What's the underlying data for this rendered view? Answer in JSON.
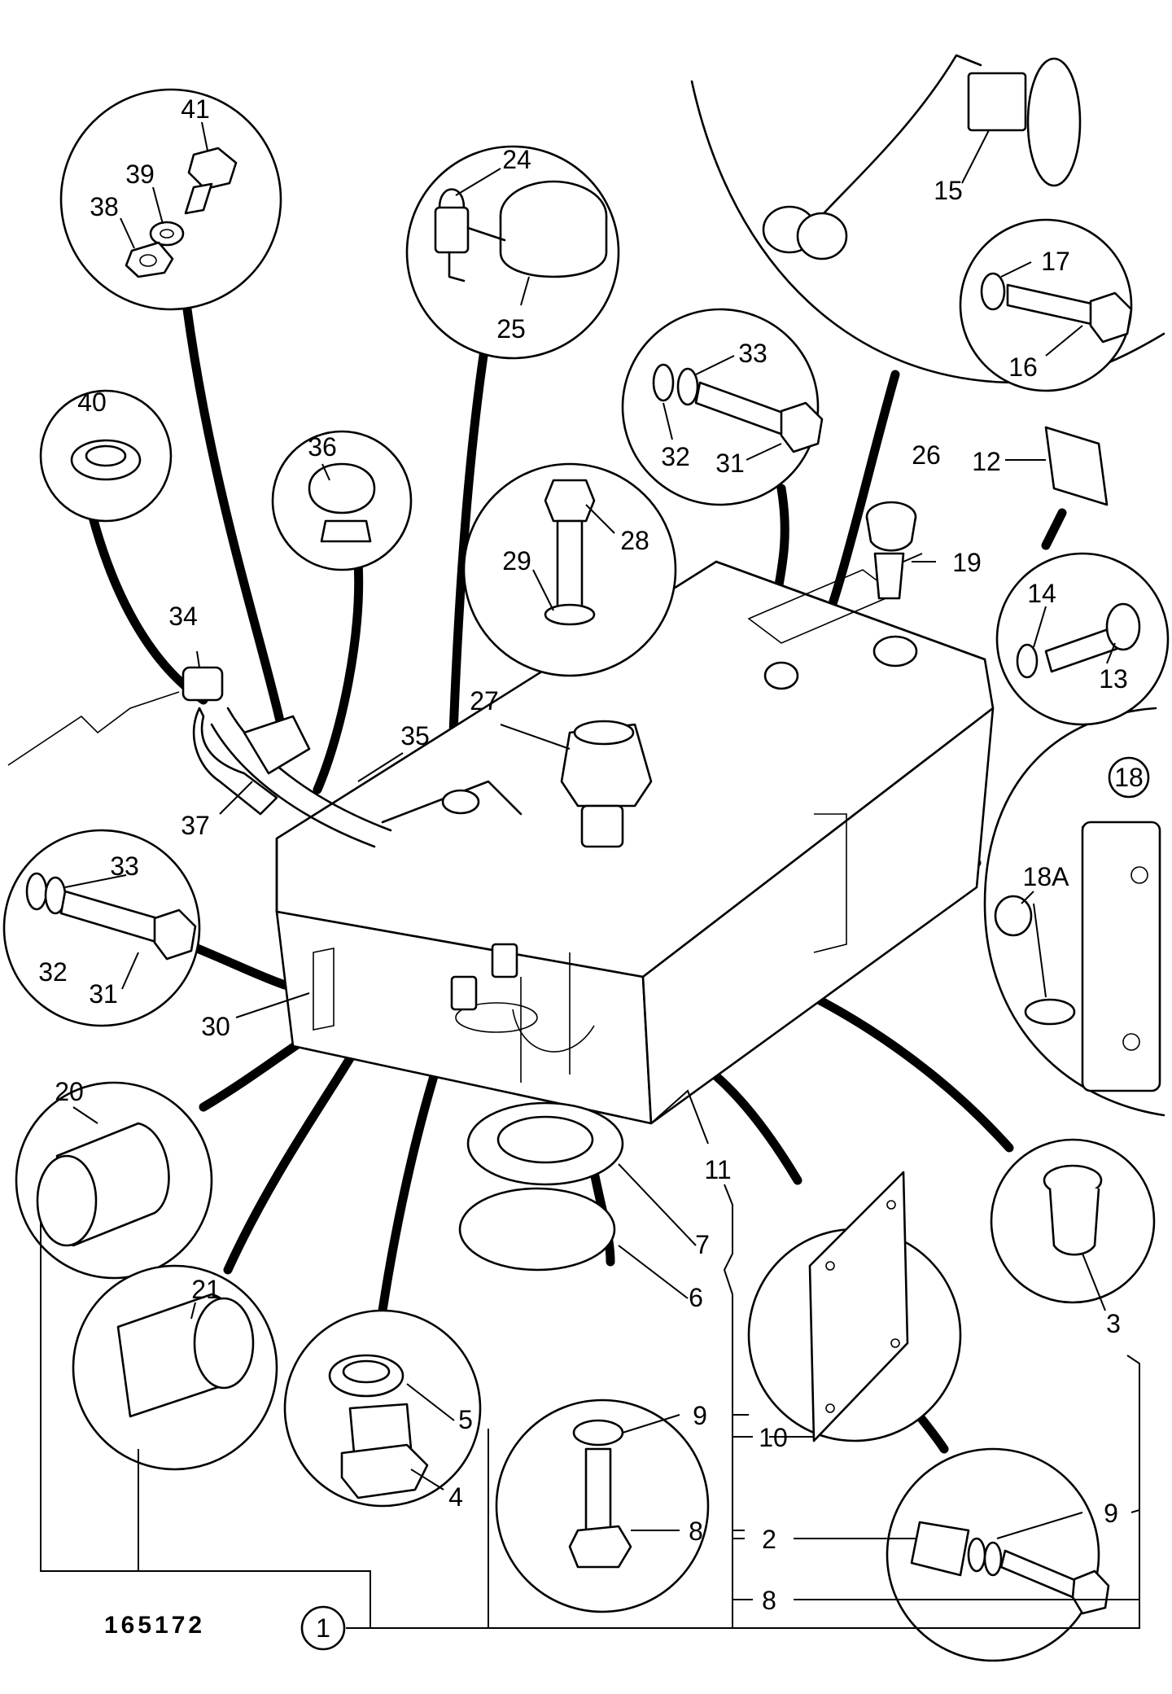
{
  "drawing_number": "165172",
  "assembly_ref": "1",
  "callouts": [
    {
      "id": "c41",
      "text": "41"
    },
    {
      "id": "c39",
      "text": "39"
    },
    {
      "id": "c38",
      "text": "38"
    },
    {
      "id": "c24",
      "text": "24"
    },
    {
      "id": "c25",
      "text": "25"
    },
    {
      "id": "c15",
      "text": "15"
    },
    {
      "id": "c17",
      "text": "17"
    },
    {
      "id": "c16",
      "text": "16"
    },
    {
      "id": "c33a",
      "text": "33"
    },
    {
      "id": "c32a",
      "text": "32"
    },
    {
      "id": "c31a",
      "text": "31"
    },
    {
      "id": "c40",
      "text": "40"
    },
    {
      "id": "c36",
      "text": "36"
    },
    {
      "id": "c26",
      "text": "26"
    },
    {
      "id": "c12",
      "text": "12"
    },
    {
      "id": "c19",
      "text": "19"
    },
    {
      "id": "c28",
      "text": "28"
    },
    {
      "id": "c29",
      "text": "29"
    },
    {
      "id": "c14",
      "text": "14"
    },
    {
      "id": "c13",
      "text": "13"
    },
    {
      "id": "c34",
      "text": "34"
    },
    {
      "id": "c27",
      "text": "27"
    },
    {
      "id": "c35",
      "text": "35"
    },
    {
      "id": "c37",
      "text": "37"
    },
    {
      "id": "c18A",
      "text": "18A"
    },
    {
      "id": "c33b",
      "text": "33"
    },
    {
      "id": "c32b",
      "text": "32"
    },
    {
      "id": "c31b",
      "text": "31"
    },
    {
      "id": "c30",
      "text": "30"
    },
    {
      "id": "c20",
      "text": "20"
    },
    {
      "id": "c11",
      "text": "11"
    },
    {
      "id": "c7",
      "text": "7"
    },
    {
      "id": "c6",
      "text": "6"
    },
    {
      "id": "c21",
      "text": "21"
    },
    {
      "id": "c3",
      "text": "3"
    },
    {
      "id": "c5",
      "text": "5"
    },
    {
      "id": "c4",
      "text": "4"
    },
    {
      "id": "c9a",
      "text": "9"
    },
    {
      "id": "c10",
      "text": "10"
    },
    {
      "id": "c9b",
      "text": "9"
    },
    {
      "id": "c8a",
      "text": "8"
    },
    {
      "id": "c2",
      "text": "2"
    },
    {
      "id": "c8b",
      "text": "8"
    }
  ],
  "boxed_callout": "18"
}
